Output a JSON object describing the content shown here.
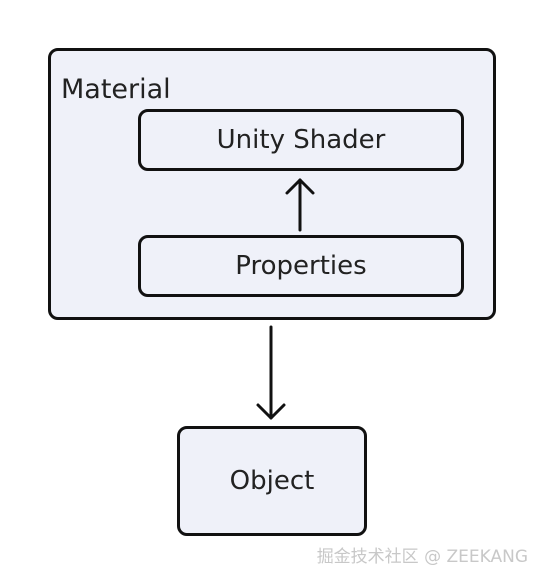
{
  "diagram": {
    "container": {
      "label": "Material"
    },
    "nodes": [
      {
        "id": "shader",
        "label": "Unity Shader"
      },
      {
        "id": "properties",
        "label": "Properties"
      },
      {
        "id": "object",
        "label": "Object"
      }
    ],
    "edges": [
      {
        "from": "properties",
        "to": "shader"
      },
      {
        "from": "material",
        "to": "object"
      }
    ]
  },
  "watermark": "掘金技术社区 @ ZEEKANG",
  "colors": {
    "box_fill": "#eff1f9",
    "stroke": "#111111",
    "text": "#222222",
    "watermark": "#c8c8c8"
  }
}
